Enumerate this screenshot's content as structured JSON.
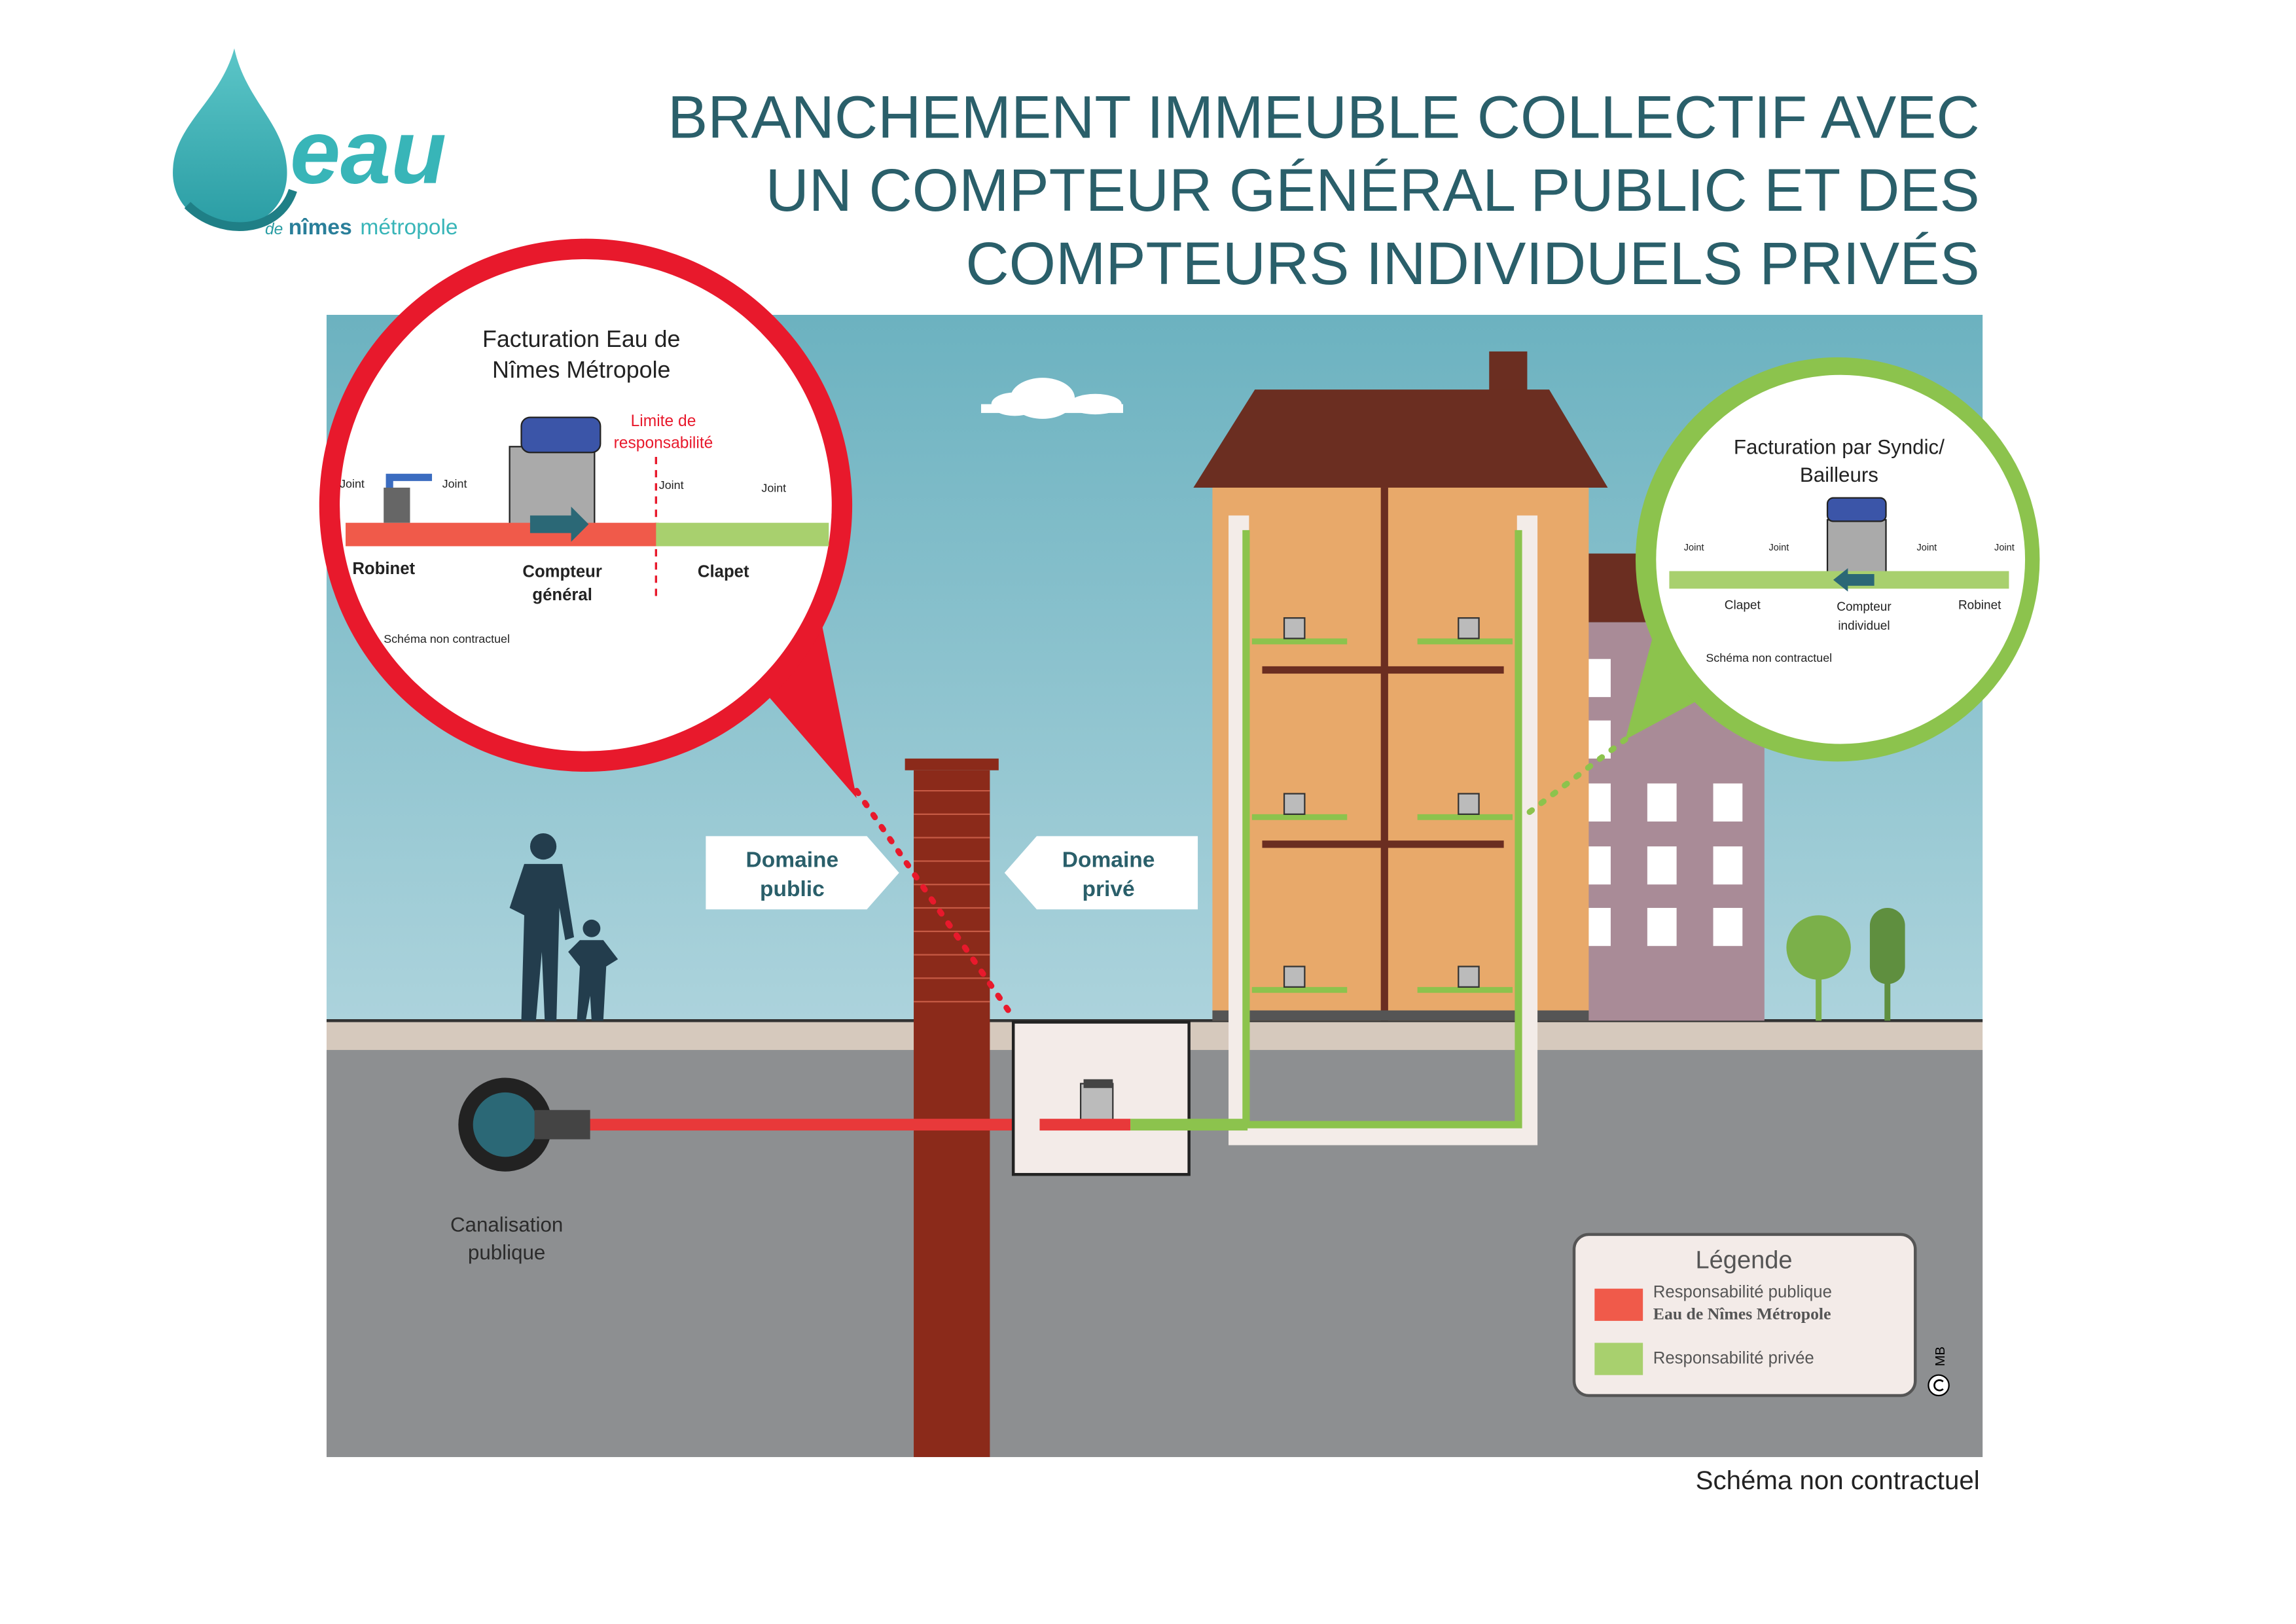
{
  "logo": {
    "word": "eau",
    "sub_prefix": "de",
    "sub_name": "nîmes",
    "sub_suffix": "métropole"
  },
  "title": {
    "line1": "BRANCHEMENT IMMEUBLE COLLECTIF  AVEC",
    "line2": "UN COMPTEUR GÉNÉRAL PUBLIC ET DES",
    "line3": "COMPTEURS INDIVIDUELS PRIVÉS"
  },
  "colors": {
    "title": "#2a5f6a",
    "public": "#f05a4a",
    "private": "#a8d06e",
    "red_ring": "#e8192c",
    "green_ring": "#8cc34d"
  },
  "public_bubble": {
    "title1": "Facturation Eau de",
    "title2": "Nîmes Métropole",
    "limit1": "Limite de",
    "limit2": "responsabilité",
    "joint": "Joint",
    "robinet": "Robinet",
    "compteur1": "Compteur",
    "compteur2": "général",
    "clapet": "Clapet",
    "note": "Schéma non contractuel"
  },
  "private_bubble": {
    "title1": "Facturation par Syndic/",
    "title2": "Bailleurs",
    "joint": "Joint",
    "clapet": "Clapet",
    "compteur1": "Compteur",
    "compteur2": "individuel",
    "robinet": "Robinet",
    "note": "Schéma non contractuel"
  },
  "domaine_public": {
    "line1": "Domaine",
    "line2": "public"
  },
  "domaine_prive": {
    "line1": "Domaine",
    "line2": "privé"
  },
  "canalisation": {
    "line1": "Canalisation",
    "line2": "publique"
  },
  "legend": {
    "title": "Légende",
    "public1": "Responsabilité publique",
    "public2": "Eau de Nîmes Métropole",
    "private": "Responsabilité privée"
  },
  "copyright": "MB",
  "footer": "Schéma non contractuel"
}
